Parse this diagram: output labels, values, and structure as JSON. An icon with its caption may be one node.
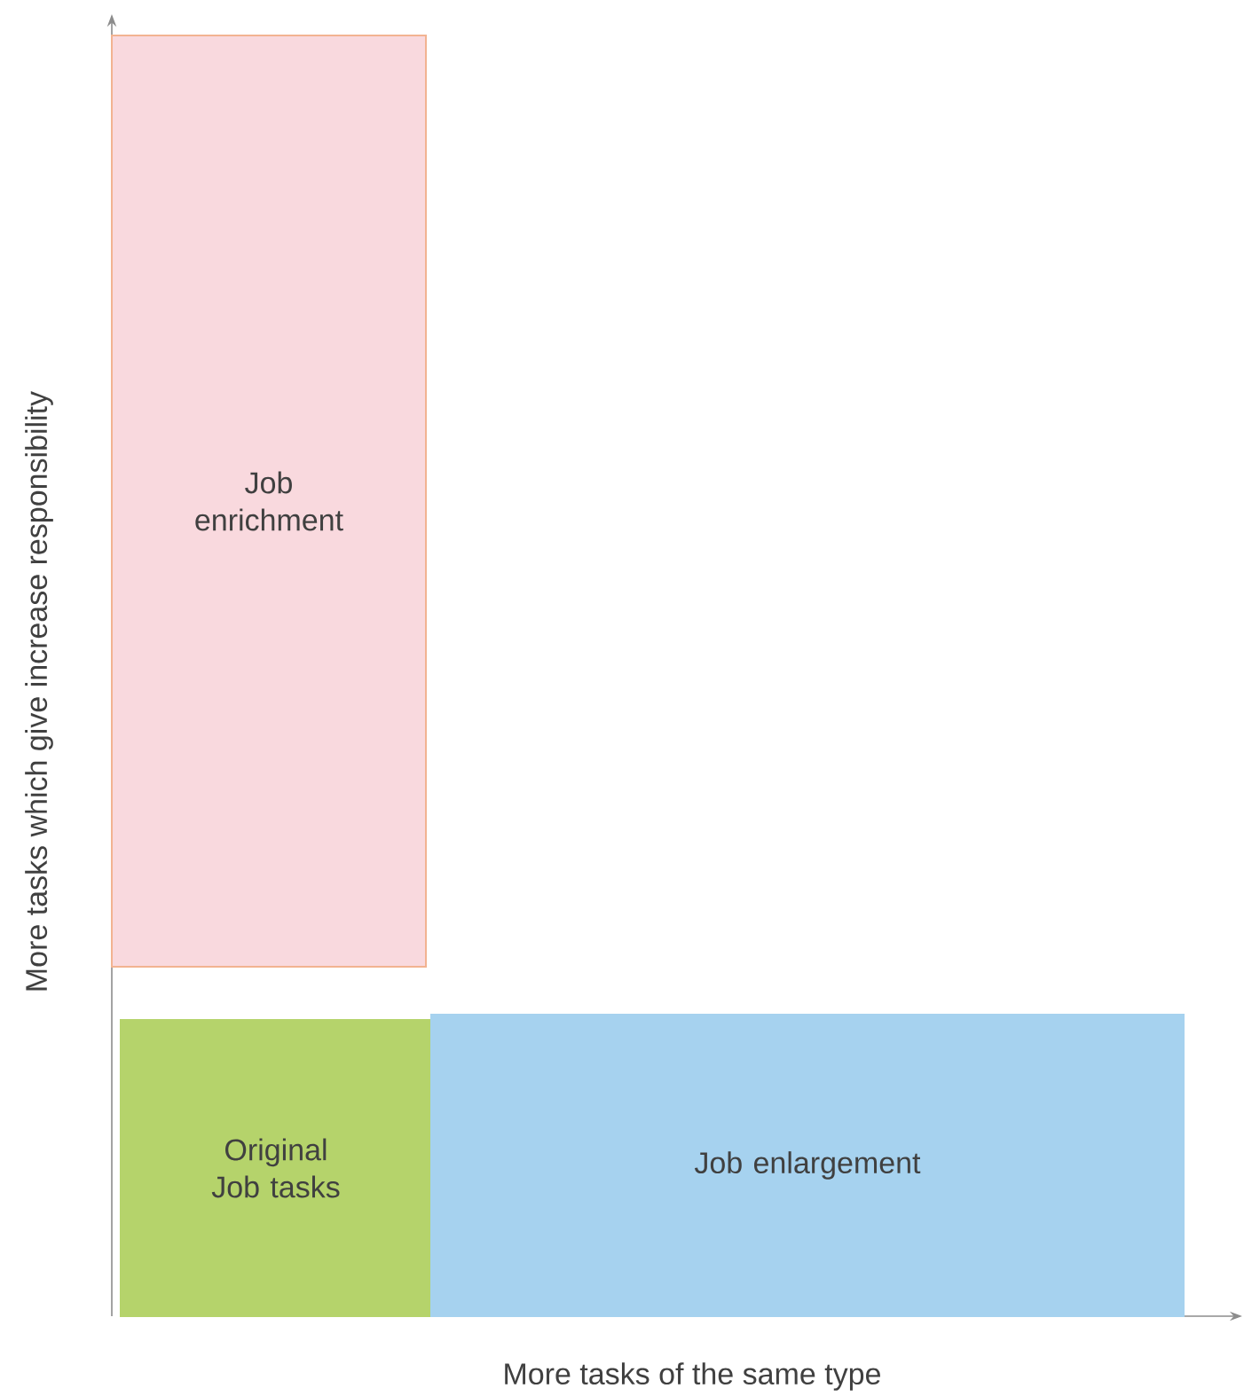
{
  "diagram": {
    "nodes": [
      {
        "text": [
          "Job enrichment"
        ]
      },
      {
        "text": [
          "Original Job tasks"
        ]
      },
      {
        "text": [
          "Job enlargement"
        ]
      }
    ],
    "labels": [
      "More tasks which give increase responsibility",
      "More tasks of the same type"
    ]
  }
}
